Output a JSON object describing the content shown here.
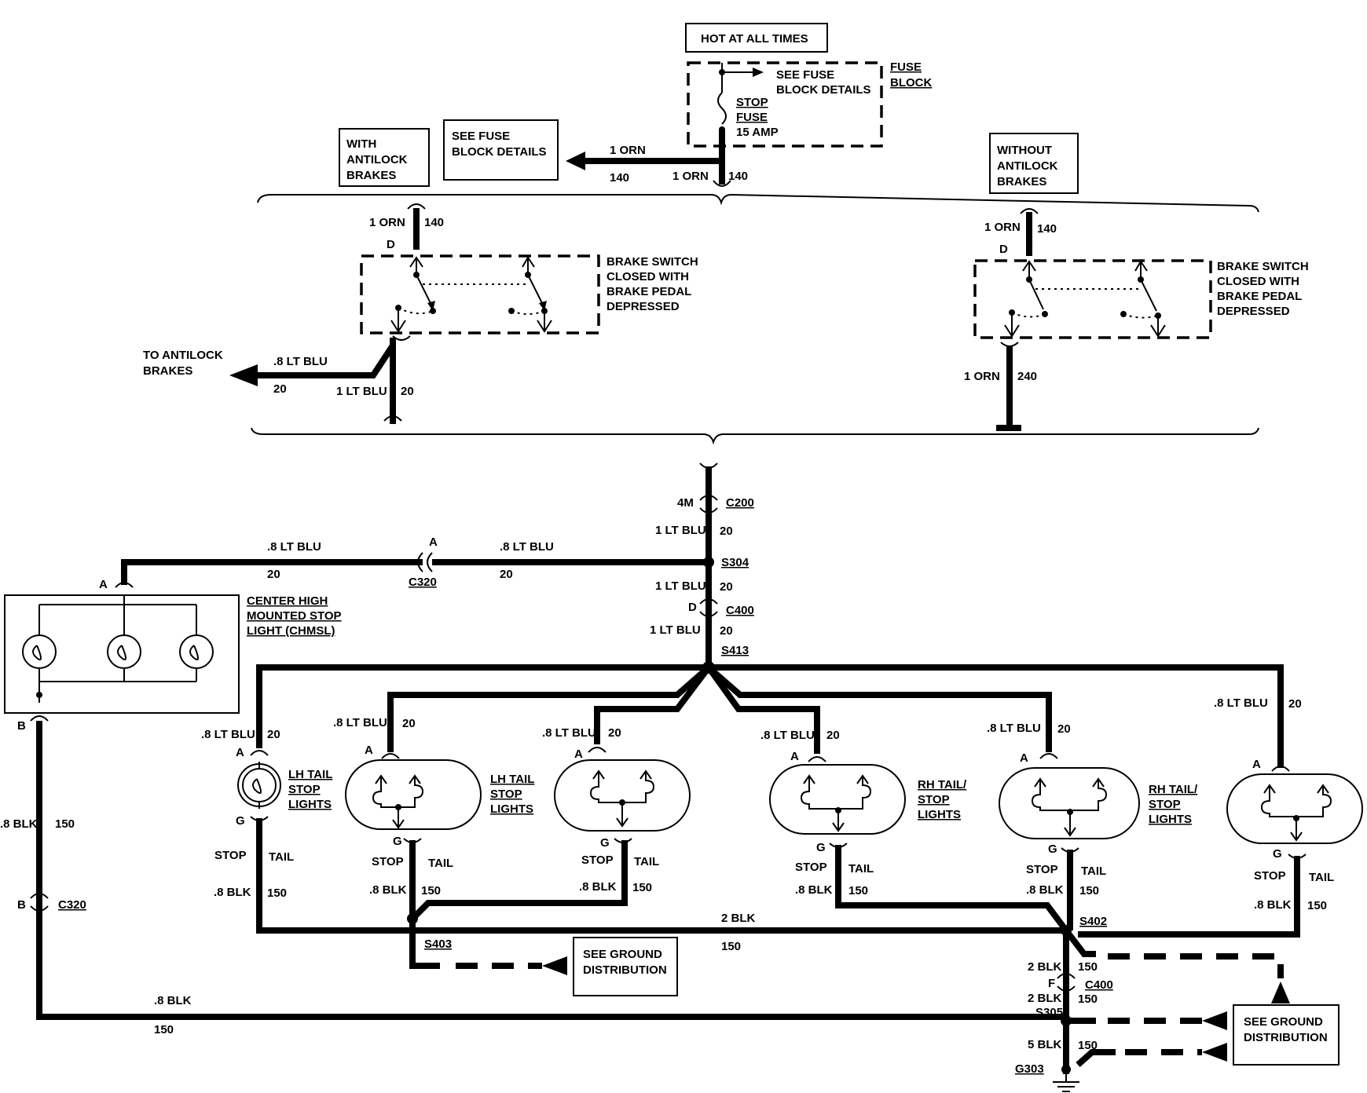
{
  "labels": {
    "hot_at_all_times": "HOT AT ALL TIMES",
    "fuse_block_1": "FUSE",
    "fuse_block_2": "BLOCK",
    "see_fuse_a1": "SEE FUSE",
    "see_fuse_a2": "BLOCK DETAILS",
    "stop_fuse_1": "STOP",
    "stop_fuse_2": "FUSE",
    "stop_fuse_3": "15 AMP",
    "see_fuse_b1": "SEE FUSE",
    "see_fuse_b2": "BLOCK DETAILS",
    "with_abs_1": "WITH",
    "with_abs_2": "ANTILOCK",
    "with_abs_3": "BRAKES",
    "without_abs_1": "WITHOUT",
    "without_abs_2": "ANTILOCK",
    "without_abs_3": "BRAKES",
    "brake_sw_1": "BRAKE SWITCH",
    "brake_sw_2": "CLOSED WITH",
    "brake_sw_3": "BRAKE PEDAL",
    "brake_sw_4": "DEPRESSED",
    "to_abs_1": "TO ANTILOCK",
    "to_abs_2": "BRAKES",
    "chmsl_1": "CENTER HIGH",
    "chmsl_2": "MOUNTED STOP",
    "chmsl_3": "LIGHT (CHMSL)",
    "lh_tail_1": "LH TAIL",
    "lh_tail_2": "STOP",
    "lh_tail_3": "LIGHTS",
    "lh_tail2_1": "LH TAIL",
    "lh_tail2_2": "STOP",
    "lh_tail2_3": "LIGHTS",
    "rh_tail_1": "RH TAIL/",
    "rh_tail_2": "STOP",
    "rh_tail_3": "LIGHTS",
    "rh_tail2_1": "RH TAIL/",
    "rh_tail2_2": "STOP",
    "rh_tail2_3": "LIGHTS",
    "see_ground_1": "SEE GROUND",
    "see_ground_2": "DISTRIBUTION",
    "see_ground_b1": "SEE GROUND",
    "see_ground_b2": "DISTRIBUTION"
  },
  "wires": {
    "orn_1": "1 ORN",
    "c140": "140",
    "orn_1b": "1 ORN",
    "c140b": "140",
    "orn_wa": "1 ORN",
    "c140_wa": "140",
    "orn_woa": "1 ORN",
    "c140_woa": "140",
    "orn_240": "1 ORN",
    "c240": "240",
    "ltblu_08_abs": ".8 LT BLU",
    "c20_abs": "20",
    "ltblu_1_abs": "1 LT BLU",
    "c20_abs2": "20",
    "ltblu_1_a": "1 LT BLU",
    "c20_a": "20",
    "ltblu_1_b": "1 LT BLU",
    "c20_b": "20",
    "ltblu_1_c": "1 LT BLU",
    "c20_c": "20",
    "ltblu_08_top1": ".8 LT BLU",
    "c20_top1": "20",
    "ltblu_08_top2": ".8 LT BLU",
    "c20_top2": "20",
    "ltblu_08_l1": ".8 LT BLU",
    "c20_l1": "20",
    "ltblu_08_l2": ".8 LT BLU",
    "c20_l2": "20",
    "ltblu_08_l3": ".8 LT BLU",
    "c20_l3": "20",
    "ltblu_08_r1": ".8 LT BLU",
    "c20_r1": "20",
    "ltblu_08_r2": ".8 LT BLU",
    "c20_r2": "20",
    "ltblu_08_r3": ".8 LT BLU",
    "c20_r3": "20",
    "blk_08_left": ".8 BLK",
    "c150_left": "150",
    "blk_08_bottom": ".8 BLK",
    "c150_bottom": "150",
    "blk_2_mid": "2 BLK",
    "c150_mid": "150",
    "blk_2_a": "2 BLK",
    "c150_a": "150",
    "blk_2_b": "2 BLK",
    "c150_b": "150",
    "blk_5": "5 BLK",
    "c150_5": "150",
    "stop_1": "STOP",
    "tail_1": "TAIL",
    "blk_1": ".8 BLK",
    "n150_1": "150",
    "stop_2": "STOP",
    "tail_2": "TAIL",
    "blk_2": ".8 BLK",
    "n150_2": "150",
    "stop_3": "STOP",
    "tail_3": "TAIL",
    "blk_3": ".8 BLK",
    "n150_3": "150",
    "stop_4": "STOP",
    "tail_4": "TAIL",
    "blk_4": ".8 BLK",
    "n150_4": "150",
    "stop_5": "STOP",
    "tail_5": "TAIL",
    "blk_5b": ".8 BLK",
    "n150_5": "150",
    "stop_6": "STOP",
    "tail_6": "TAIL",
    "blk_6": ".8 BLK",
    "n150_6": "150"
  },
  "connectors": {
    "c200": "C200",
    "c200_pin": "4M",
    "s304": "S304",
    "c400a": "C400",
    "c400a_pin": "D",
    "s413": "S413",
    "c320a": "C320",
    "c320a_pin": "A",
    "c320b": "C320",
    "c320b_pin": "B",
    "s403": "S403",
    "s402": "S402",
    "c400b": "C400",
    "c400b_pin": "F",
    "s305": "S305",
    "g303": "G303",
    "pin_d_wa": "D",
    "pin_d_woa": "D",
    "pin_a_chmsl": "A",
    "pin_b_chmsl": "B",
    "pin_a1": "A",
    "pin_g1": "G",
    "pin_a2": "A",
    "pin_g2": "G",
    "pin_a3": "A",
    "pin_g3": "G",
    "pin_a4": "A",
    "pin_g4": "G",
    "pin_a5": "A",
    "pin_g5": "G",
    "pin_a6": "A",
    "pin_g6": "G"
  }
}
